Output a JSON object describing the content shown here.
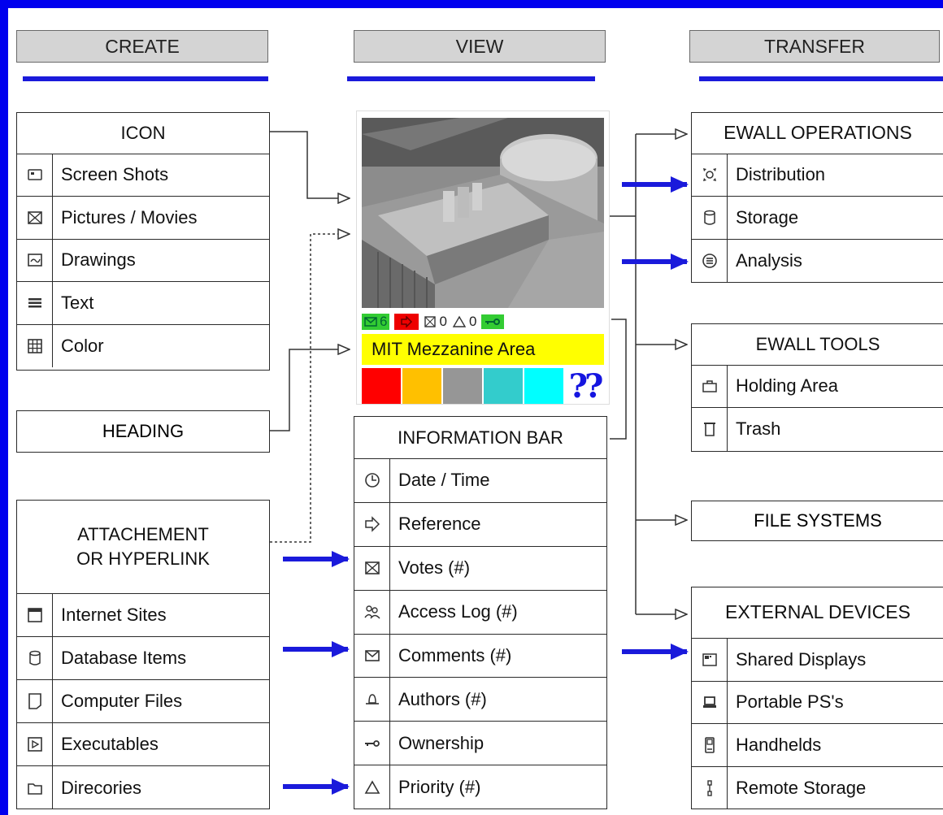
{
  "columns": {
    "create": "CREATE",
    "view": "VIEW",
    "transfer": "TRANSFER"
  },
  "icon_box": {
    "title": "ICON",
    "items": [
      {
        "label": "Screen Shots",
        "icon": "screenshot-icon"
      },
      {
        "label": "Pictures / Movies",
        "icon": "picture-icon"
      },
      {
        "label": "Drawings",
        "icon": "drawing-icon"
      },
      {
        "label": "Text",
        "icon": "text-icon"
      },
      {
        "label": "Color",
        "icon": "grid-icon"
      }
    ]
  },
  "heading_box": {
    "title": "HEADING"
  },
  "attachment_box": {
    "title_line1": "ATTACHEMENT",
    "title_line2": "OR HYPERLINK",
    "items": [
      {
        "label": "Internet Sites",
        "icon": "window-icon"
      },
      {
        "label": "Database Items",
        "icon": "database-icon"
      },
      {
        "label": "Computer Files",
        "icon": "file-icon"
      },
      {
        "label": "Executables",
        "icon": "play-icon"
      },
      {
        "label": "Direcories",
        "icon": "folder-icon"
      }
    ]
  },
  "preview": {
    "status_counts": {
      "comments": "6",
      "votes": "0",
      "priority": "0"
    },
    "heading": "MIT Mezzanine Area",
    "unknown_swatch": "??",
    "swatches": [
      "#ff0000",
      "#ffc000",
      "#969696",
      "#33cccc",
      "#00ffff"
    ]
  },
  "info_bar": {
    "title": "INFORMATION BAR",
    "items": [
      {
        "label": "Date / Time",
        "icon": "clock-icon"
      },
      {
        "label": "Reference",
        "icon": "reference-arrow-icon"
      },
      {
        "label": "Votes (#)",
        "icon": "vote-box-icon"
      },
      {
        "label": "Access Log (#)",
        "icon": "access-log-icon"
      },
      {
        "label": "Comments (#)",
        "icon": "envelope-icon"
      },
      {
        "label": "Authors (#)",
        "icon": "bell-icon"
      },
      {
        "label": "Ownership",
        "icon": "key-icon"
      },
      {
        "label": "Priority (#)",
        "icon": "triangle-icon"
      }
    ]
  },
  "ewall_operations": {
    "title": "EWALL OPERATIONS",
    "items": [
      {
        "label": "Distribution",
        "icon": "distribution-icon"
      },
      {
        "label": "Storage",
        "icon": "database-icon"
      },
      {
        "label": "Analysis",
        "icon": "analysis-icon"
      }
    ]
  },
  "ewall_tools": {
    "title": "EWALL TOOLS",
    "items": [
      {
        "label": "Holding Area",
        "icon": "tray-icon"
      },
      {
        "label": "Trash",
        "icon": "trash-icon"
      }
    ]
  },
  "file_systems": {
    "title": "FILE SYSTEMS"
  },
  "external_devices": {
    "title": "EXTERNAL DEVICES",
    "items": [
      {
        "label": "Shared Displays",
        "icon": "display-icon"
      },
      {
        "label": "Portable PS's",
        "icon": "laptop-icon"
      },
      {
        "label": "Handhelds",
        "icon": "handheld-icon"
      },
      {
        "label": "Remote Storage",
        "icon": "remote-storage-icon"
      }
    ]
  },
  "colors": {
    "frame": "#0000ee",
    "highlight_arrow": "#1a1adb",
    "heading_bg": "#ffff00",
    "status_green": "#33cc33",
    "status_red": "#ee0000"
  }
}
